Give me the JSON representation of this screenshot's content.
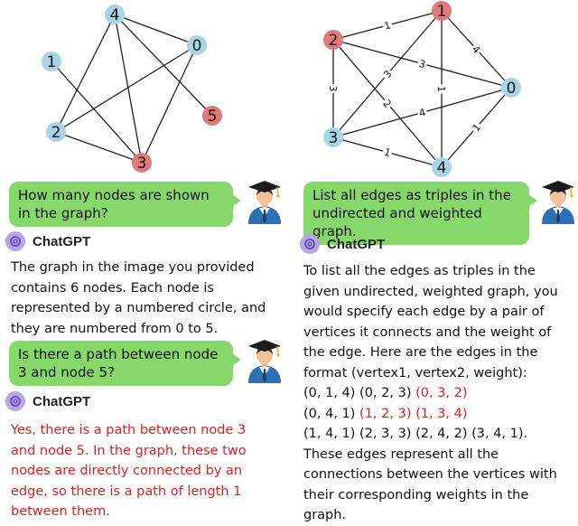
{
  "left_graph": {
    "nodes": [
      {
        "id": "0",
        "color": "#a8d4e6"
      },
      {
        "id": "1",
        "color": "#a8d4e6"
      },
      {
        "id": "2",
        "color": "#a8d4e6"
      },
      {
        "id": "3",
        "color": "#e07a7a"
      },
      {
        "id": "4",
        "color": "#a8d4e6"
      },
      {
        "id": "5",
        "color": "#e07a7a"
      }
    ],
    "edges": [
      [
        "4",
        "0"
      ],
      [
        "4",
        "2"
      ],
      [
        "4",
        "3"
      ],
      [
        "4",
        "5"
      ],
      [
        "0",
        "2"
      ],
      [
        "0",
        "3"
      ],
      [
        "1",
        "3"
      ],
      [
        "2",
        "3"
      ]
    ]
  },
  "right_graph": {
    "nodes": [
      {
        "id": "0",
        "color": "#a8d4e6"
      },
      {
        "id": "1",
        "color": "#e07a7a"
      },
      {
        "id": "2",
        "color": "#e07a7a"
      },
      {
        "id": "3",
        "color": "#a8d4e6"
      },
      {
        "id": "4",
        "color": "#a8d4e6"
      }
    ],
    "edges": [
      {
        "a": "0",
        "b": "1",
        "w": "4"
      },
      {
        "a": "0",
        "b": "2",
        "w": "3"
      },
      {
        "a": "0",
        "b": "3",
        "w": "4"
      },
      {
        "a": "0",
        "b": "4",
        "w": "1"
      },
      {
        "a": "1",
        "b": "2",
        "w": "1"
      },
      {
        "a": "1",
        "b": "3",
        "w": "3"
      },
      {
        "a": "1",
        "b": "4",
        "w": "1"
      },
      {
        "a": "2",
        "b": "3",
        "w": "3"
      },
      {
        "a": "2",
        "b": "4",
        "w": "2"
      },
      {
        "a": "3",
        "b": "4",
        "w": "1"
      }
    ]
  },
  "left_chat": {
    "question1": "How many nodes are shown in the graph?",
    "ai_name": "ChatGPT",
    "answer1": "The graph in the image you provided contains 6 nodes. Each node is represented by a numbered circle, and they are numbered from 0 to 5.",
    "question2": "Is there a path between node 3 and node 5?",
    "ai_name2": "ChatGPT",
    "answer2": "Yes, there is a path between node 3 and node 5. In the graph, these two nodes are directly connected by an edge, so there is a path of length 1 between them."
  },
  "right_chat": {
    "question": "List all edges as triples in the undirected and weighted graph.",
    "ai_name": "ChatGPT",
    "answer_intro": "To list all the edges as triples in the given undirected, weighted graph, you would specify each edge by a pair of vertices it connects and the weight of the edge. Here are the edges in the format (vertex1, vertex2, weight):",
    "edge_lines": [
      [
        {
          "t": "(0, 1, 4) ",
          "red": false
        },
        {
          "t": "(0, 2, 3) ",
          "red": false
        },
        {
          "t": "(0, 3, 2)",
          "red": true
        }
      ],
      [
        {
          "t": "(0, 4, 1) ",
          "red": false
        },
        {
          "t": "(1, 2, 3) (1, 3, 4)",
          "red": true
        }
      ],
      [
        {
          "t": "(1, 4, 1) (2, 3, 3) (2, 4, 2) (3, 4, 1).",
          "red": false
        }
      ]
    ],
    "answer_outro": "These edges represent all the connections between the vertices with their corresponding weights in the graph."
  }
}
